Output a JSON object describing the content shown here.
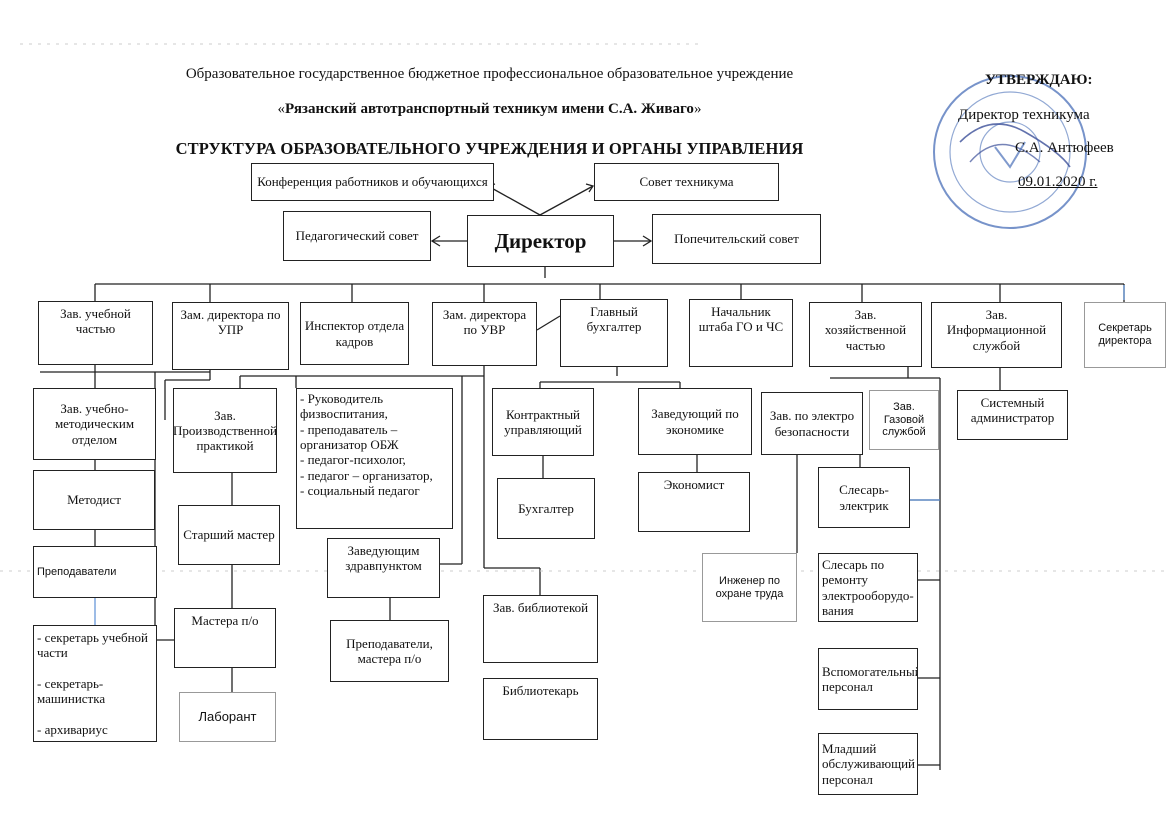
{
  "header": {
    "line1": "Образовательное государственное бюджетное профессиональное образовательное учреждение",
    "line2_open": "«",
    "line2_bold": "Рязанский автотранспортный техникум имени С.А. Живаго",
    "line2_close": "»",
    "title": "СТРУКТУРА ОБРАЗОВАТЕЛЬНОГО УЧРЕЖДЕНИЯ И ОРГАНЫ УПРАВЛЕНИЯ"
  },
  "approval": {
    "approve": "УТВЕРЖДАЮ:",
    "position": "Директор техникума",
    "name": "С.А. Антюфеев",
    "date": "09.01.2020 г."
  },
  "stamp": {
    "icon": "round-seal-stamp",
    "color": "#4a6fb8"
  },
  "boxes": {
    "conference": "Конференция работников и обучающихся",
    "council": "Совет техникума",
    "ped_council": "Педагогический совет",
    "director": "Директор",
    "trustee": "Попечительский совет",
    "zav_uch": "Зав. учебной частью",
    "zam_upr": "Зам. директора по УПР",
    "inspector": "Инспектор отдела кадров",
    "zam_uvr": "Зам. директора по УВР",
    "glav_buh": "Главный бухгалтер",
    "nach_go": "Начальник штаба ГО и ЧС",
    "zav_hoz": "Зав. хозяйственной частью",
    "zav_inf": "Зав. Информационной службой",
    "secretary": "Секретарь директора",
    "zav_umo": "Зав. учебно-методическим отделом",
    "zav_pp": "Зав. Производственной практикой",
    "ruk_list": "- Руководитель физвоспитания,\n - преподаватель – организатор ОБЖ\n- педагог-психолог,\n- педагог – организатор,\n- социальный педагог",
    "contract": "Контрактный управляющий",
    "zav_econ": "Заведующий по экономике",
    "zav_el": "Зав. по электро безопасности",
    "zav_gas": "Зав. Газовой службой",
    "sysadmin": "Системный администратор",
    "metodist": "Методист",
    "st_master": "Старший мастер",
    "buh": "Бухгалтер",
    "economist": "Экономист",
    "slesar_el": "Слесарь-электрик",
    "prepod": "Преподаватели",
    "zav_zdrav": "Заведующим здравпунктом",
    "engineer": "Инженер по охране труда",
    "slesar_rem": "Слесарь по ремонту электрооборудо-вания",
    "zav_lib": "Зав. библиотекой",
    "masters": "Мастера п/о",
    "prep_masters": "Преподаватели, мастера п/о",
    "secr_list": "- секретарь учебной части\n\n- секретарь-машинистка\n\n- архивариус",
    "vspom": "Вспомогательный персонал",
    "librarian": "Библиотекарь",
    "laborant": "Лаборант",
    "junior": "Младший обслуживающий персонал"
  }
}
